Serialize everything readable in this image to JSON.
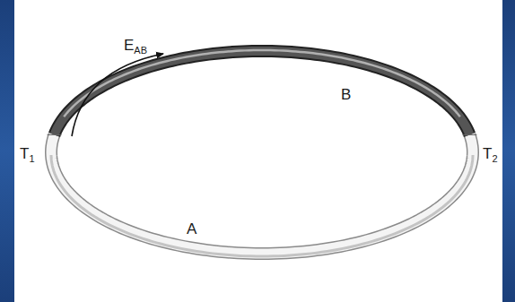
{
  "diagram": {
    "labels": [
      "EAB",
      "B",
      "T1",
      "T2",
      "A"
    ]
  }
}
